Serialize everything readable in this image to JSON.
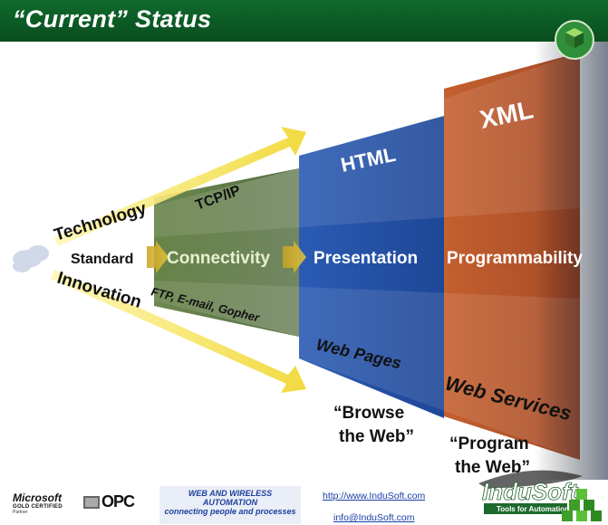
{
  "slide": {
    "title": "“Current” Status"
  },
  "diagram": {
    "center_label": "Standard",
    "upper_arrow_label": "Technology",
    "lower_arrow_label": "Innovation",
    "row_labels": {
      "technology": [
        "TCP/IP",
        "HTML",
        "XML"
      ],
      "standard": [
        "Connectivity",
        "Presentation",
        "Programmability"
      ],
      "innovation": [
        "FTP, E-mail, Gopher",
        "Web Pages",
        "Web Services"
      ]
    },
    "captions": {
      "browse_line1": "“Browse",
      "browse_line2": "the Web”",
      "program_line1": "“Program",
      "program_line2": "the Web”"
    },
    "colors": {
      "connectivity": "#4b6b33",
      "presentation": "#2451a6",
      "programmability": "#b9552b",
      "arrow": "#f0de3c",
      "title_bar": "#0f6a2c"
    }
  },
  "footer": {
    "ms_word": "Microsoft",
    "ms_gold": "GOLD CERTIFIED",
    "ms_partner": "Partner",
    "opc": "OPC",
    "tagline_1": "WEB AND WIRELESS",
    "tagline_2": "AUTOMATION",
    "tagline_3": "connecting people and processes",
    "url_web": "http://www.InduSoft.com",
    "url_mail": "info@InduSoft.com",
    "brand": "InduSoft",
    "brand_sub": "Tools for Automation"
  }
}
